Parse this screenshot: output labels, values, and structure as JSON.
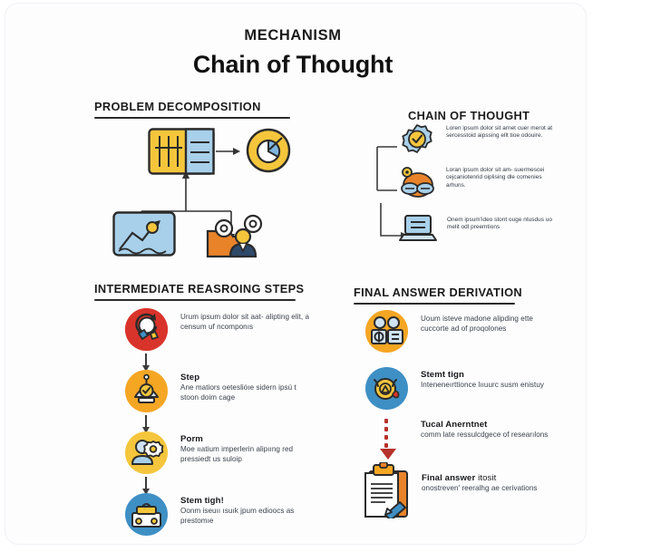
{
  "poster": {
    "kicker": "MECHANISM",
    "title": "Chain of Thought",
    "background": "#ffffff"
  },
  "palette": {
    "yellow": "#F5C63C",
    "amber": "#F5A623",
    "orange": "#E8832A",
    "blue": "#3E8FC4",
    "light_blue": "#A8D0EA",
    "red": "#D9342B",
    "dark_red": "#B5322A",
    "ink": "#1b1b1b",
    "body_text": "#3a4049"
  },
  "sections": {
    "problem_decomposition": {
      "heading": "PROBLEM DECOMPOSITION",
      "icons": [
        {
          "name": "table-grid-icon",
          "label": "table"
        },
        {
          "name": "pie-chart-icon",
          "label": "pie chart"
        },
        {
          "name": "line-chart-icon",
          "label": "line chart"
        },
        {
          "name": "person-gears-icon",
          "label": "person with gears"
        }
      ]
    },
    "chain_of_thought": {
      "heading": "CHAIN OF THOUGHT",
      "items": [
        {
          "icon": "gear-check-icon",
          "text": "Loren ipsum dolor sit arnet cuer merot at sercesstoid aipssing ellt tioe odouire."
        },
        {
          "icon": "collaboration-icon",
          "text": "Loran ipsum dolor sit am- suermescei cejcaniotenrid oiplising dle comenies arhuns."
        },
        {
          "icon": "laptop-icon",
          "text": "Onem ipsum'ideo stont ouge ntusdus uo melit odl preemtions"
        }
      ]
    },
    "intermediate_steps": {
      "heading": "INTERMEDIATE REASROING STEPS",
      "steps": [
        {
          "color": "#D9342B",
          "icon": "search-tools-icon",
          "title": "",
          "text": "Urum ipsum dolor sit aat- alipting elit, a censum uf ncomponıs"
        },
        {
          "color": "#F5A623",
          "icon": "checkmark-balance-icon",
          "title": "Step",
          "text": "Ane matiors oetesliȯıe sidern ipsú t stoon doim cage"
        },
        {
          "color": "#F5C63C",
          "icon": "person-gear-icon",
          "title": "Porm",
          "text": "Moe ııatium imperlerin alipııng red pressiedt us suloip"
        },
        {
          "color": "#3E8FC4",
          "icon": "machine-box-icon",
          "title": "Stem tigh!",
          "text": "Oonm iseuıı ısuık jpum edioocs as prestomıe"
        }
      ]
    },
    "final_answer": {
      "heading": "FINAL ANSWER DERIVATION",
      "steps": [
        {
          "color": "#F5A623",
          "icon": "two-people-icon",
          "title": "",
          "text": "Uoum isteve madone alipding ette cuccorte ad of proqolones"
        },
        {
          "color": "#3E8FC4",
          "icon": "target-coin-icon",
          "title": "Stemt tign",
          "text": "Inteneneırttionce lııuurc susm enistuy"
        },
        {
          "color": "#B5322A",
          "icon": "dashed-down-arrow-icon",
          "title": "Tucal Anerntnet",
          "text": "comm late ressulcdgece of researılons"
        },
        {
          "color": "#E8832A",
          "icon": "clipboard-pen-icon",
          "title": "Final answer",
          "title_tail": "itosit",
          "text": "onostreven' reeralhg ae cerivations"
        }
      ]
    }
  }
}
